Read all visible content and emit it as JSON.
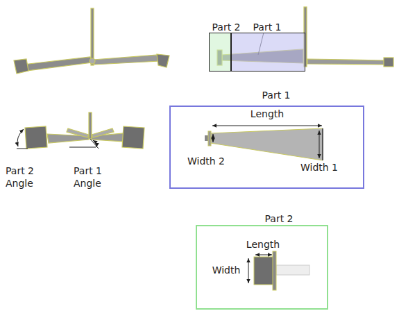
{
  "diagram": {
    "nodes": [
      {
        "text": [
          "Part 2"
        ]
      },
      {
        "text": [
          "Part 1"
        ]
      },
      {
        "text": [
          "Part 1"
        ]
      },
      {
        "text": [
          "Part 2"
        ]
      }
    ],
    "labels": [
      "Part 2 Angle",
      "Part 1 Angle",
      "Length",
      "Width 2",
      "Width 1",
      "Length",
      "Width"
    ]
  }
}
